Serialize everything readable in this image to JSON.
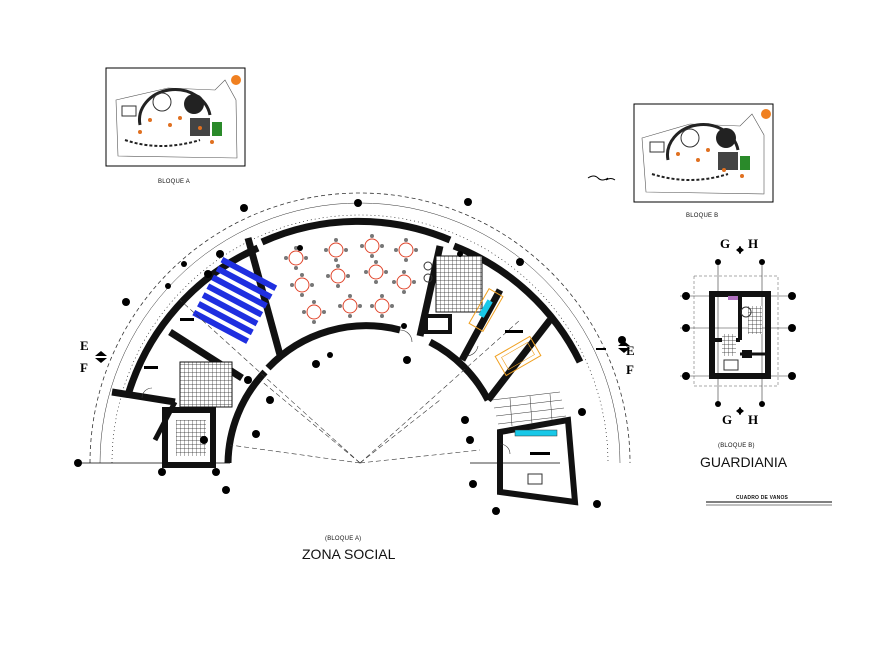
{
  "thumbnails": {
    "a_caption": "BLOQUE A",
    "b_caption": "BLOQUE B"
  },
  "bloque_a": {
    "caption": "(BLOQUE A)",
    "title": "ZONA SOCIAL"
  },
  "bloque_b": {
    "caption": "(BLOQUE B)",
    "title": "GUARDIANIA"
  },
  "section_marks": {
    "left_top": "E",
    "left_bottom": "F",
    "right_top": "E",
    "right_bottom": "F",
    "guard_top_left": "G",
    "guard_top_right": "H",
    "guard_bottom_left": "G",
    "guard_bottom_right": "H"
  },
  "schedule_title": "CUADRO DE VANOS",
  "colors": {
    "line": "#000000",
    "wall": "#111111",
    "chairs": "#1f2fe0",
    "tables": "#e0442a",
    "fixtures": "#18c8e8",
    "accent": "#f0a020"
  }
}
